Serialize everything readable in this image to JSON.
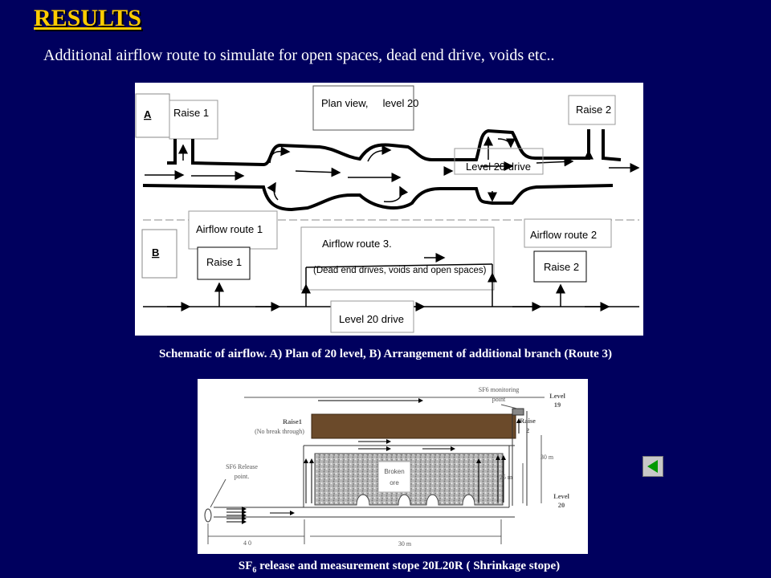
{
  "slide": {
    "title": "RESULTS",
    "subtitle": "Additional airflow route to simulate for open spaces, dead end drive, voids etc.."
  },
  "figure1": {
    "label_a": "A",
    "label_b": "B",
    "raise1_top": "Raise 1",
    "plan_view": "Plan view,     level 20",
    "raise2_top": "Raise 2",
    "level20_drive_top": "Level 20 drive",
    "airflow_route1": "Airflow route 1",
    "airflow_route3": "Airflow route 3.",
    "dead_end_note": "(Dead end drives, voids and open spaces)",
    "airflow_route2": "Airflow route 2",
    "raise1_bottom": "Raise 1",
    "raise2_bottom": "Raise 2",
    "level20_drive_bottom": "Level 20 drive",
    "caption": "Schematic of airflow. A) Plan of 20 level, B) Arrangement of additional branch (Route 3)"
  },
  "figure2": {
    "monitoring_1": "SF6 monitoring",
    "monitoring_2": "point",
    "level19_1": "Level",
    "level19_2": "19",
    "raise1_1": "Raise1",
    "raise1_2": "(No break through)",
    "raise2_1": "Raise",
    "raise2_2": "2",
    "release_1": "SF6 Release",
    "release_2": "point.",
    "broken_1": "Broken",
    "broken_2": "ore",
    "dim_30m_right": "30 m",
    "dim_25m": "25 m",
    "level20_1": "Level",
    "level20_2": "20",
    "dim_40": "4 0",
    "dim_30m_bottom": "30 m",
    "caption_pre": "SF",
    "caption_sub": "6",
    "caption_post": " release and measurement stope 20L20R ( Shrinkage stope)"
  },
  "nav": {
    "back_icon": "triangle-left-icon",
    "accent": "#009900"
  }
}
